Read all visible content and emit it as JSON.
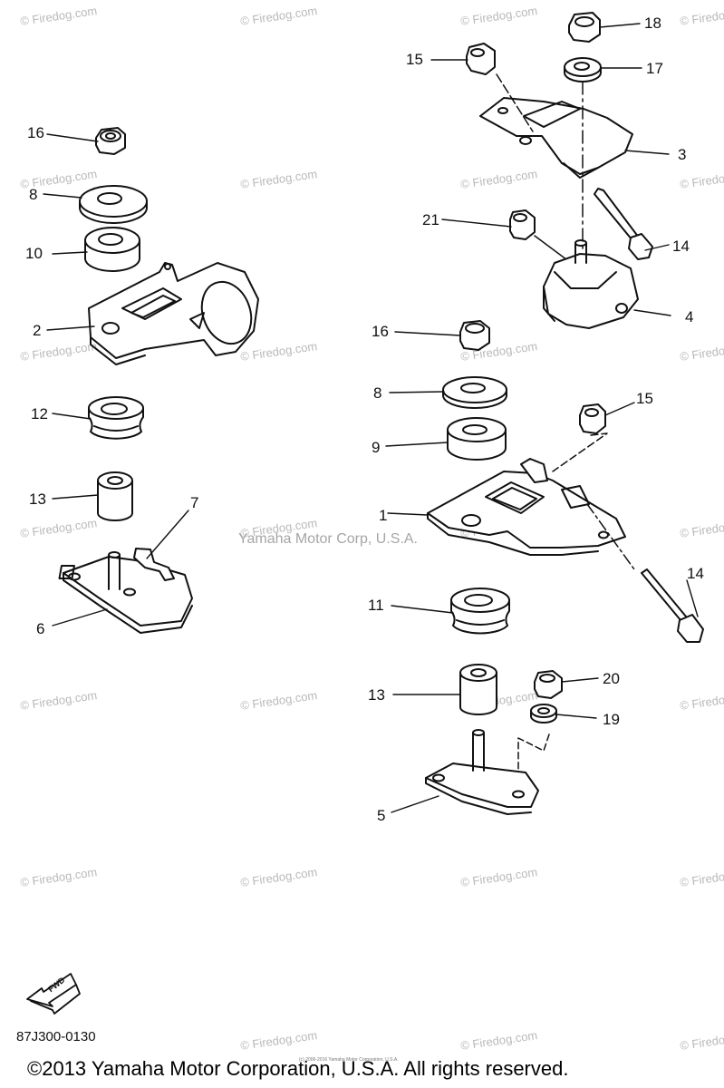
{
  "watermark": "© Firedog.com",
  "center_watermark": "Yamaha Motor Corp, U.S.A.",
  "fwd_label": "FWD",
  "diagram_code": "87J300-0130",
  "tiny_notice": "(c) 2006-2016 Yamaha Motor Corporation, U.S.A.",
  "copyright": "©2013 Yamaha Motor Corporation, U.S.A. All rights reserved.",
  "callouts": {
    "n16a": "16",
    "n8a": "8",
    "n10": "10",
    "n2": "2",
    "n12": "12",
    "n13a": "13",
    "n7": "7",
    "n6": "6",
    "n18": "18",
    "n15a": "15",
    "n17": "17",
    "n3": "3",
    "n21": "21",
    "n14a": "14",
    "n4": "4",
    "n16b": "16",
    "n8b": "8",
    "n15b": "15",
    "n9": "9",
    "n1": "1",
    "n14b": "14",
    "n11": "11",
    "n13b": "13",
    "n20": "20",
    "n19": "19",
    "n5": "5"
  }
}
